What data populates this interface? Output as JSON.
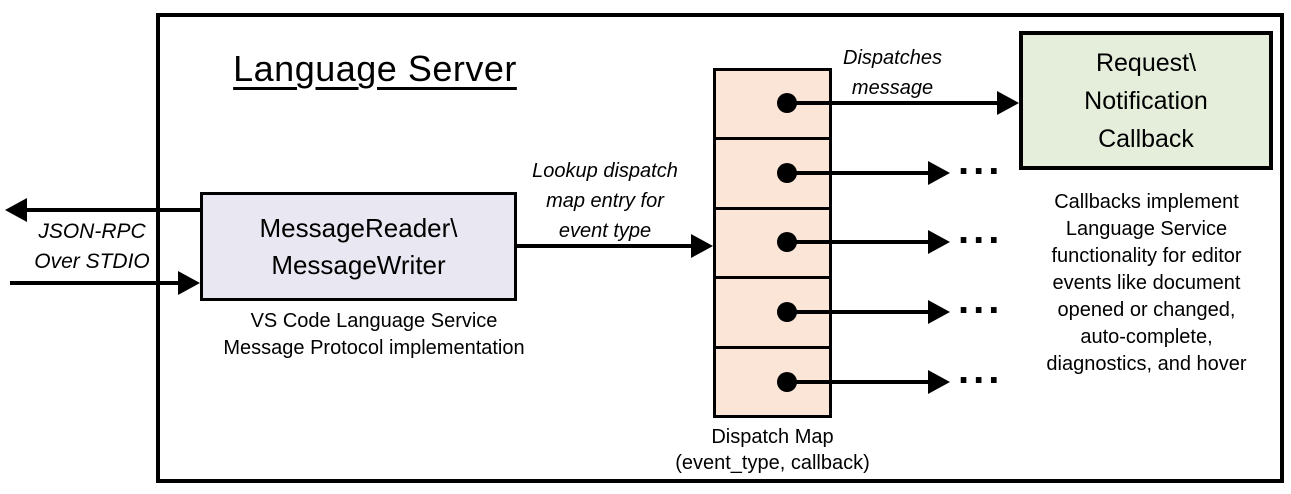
{
  "diagram": {
    "title": "Language Server",
    "stdio_label": {
      "line1": "JSON-RPC",
      "line2": "Over STDIO"
    },
    "reader_box": {
      "line1": "MessageReader\\",
      "line2": "MessageWriter"
    },
    "reader_caption": {
      "line1": "VS Code Language Service",
      "line2": "Message Protocol implementation"
    },
    "lookup_label": {
      "line1": "Lookup dispatch",
      "line2": "map entry for",
      "line3": "event type"
    },
    "dispatches_label": {
      "line1": "Dispatches",
      "line2": "message"
    },
    "callback_box": {
      "line1": "Request\\",
      "line2": "Notification",
      "line3": "Callback"
    },
    "callbacks_caption": [
      "Callbacks implement",
      "Language Service",
      "functionality for editor",
      "events like document",
      "opened or changed,",
      "auto-complete,",
      "diagnostics, and hover"
    ],
    "dispatch_map_caption": {
      "line1": "Dispatch Map",
      "line2": "(event_type, callback)"
    },
    "ellipsis": "...",
    "colors": {
      "reader_fill": "#E9E8F2",
      "dispatch_map_fill": "#FBE5D6",
      "callback_fill": "#E4EEDB",
      "line": "#000000",
      "background": "#FFFFFF"
    }
  }
}
